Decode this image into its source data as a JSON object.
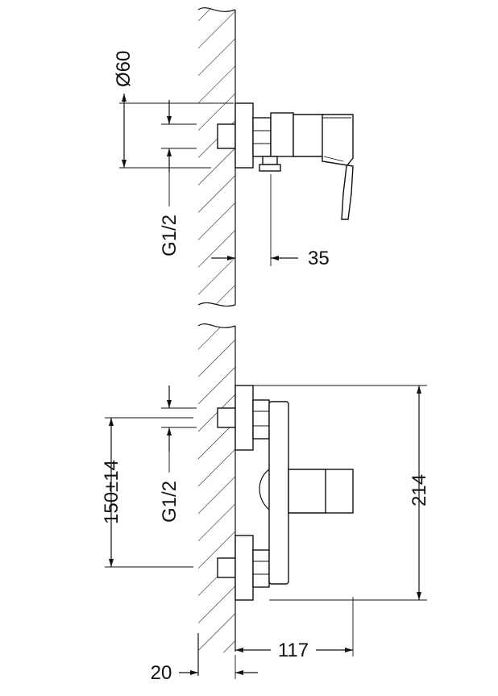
{
  "dimensions": {
    "top_flange_diameter": "Ø60",
    "top_thread": "G1/2",
    "top_projection": "35",
    "bottom_thread": "G1/2",
    "center_distance": "150±14",
    "overall_height": "214",
    "body_depth": "117",
    "wall_offset": "20"
  }
}
